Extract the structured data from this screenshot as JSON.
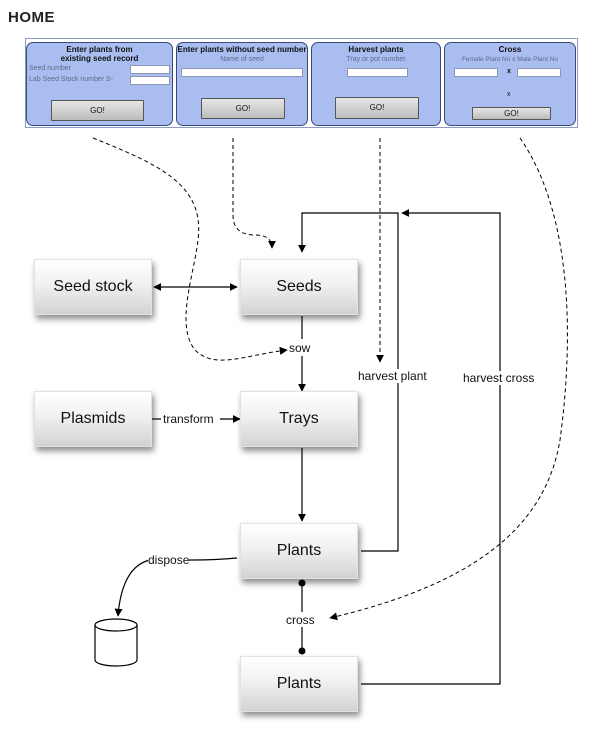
{
  "page": {
    "title": "HOME"
  },
  "cards": {
    "existing": {
      "title_line1": "Enter plants from",
      "title_line2": "existing seed record",
      "seed_label": "Seed number",
      "lab_label": "Lab Seed Stock number S-",
      "seed_value": "",
      "lab_value": "",
      "go_label": "GO!"
    },
    "without": {
      "title": "Enter plants without seed number",
      "name_label": "Name of seed",
      "name_value": "",
      "go_label": "GO!"
    },
    "harvest": {
      "title": "Harvest plants",
      "tray_label": "Tray or pot number",
      "tray_value": "",
      "go_label": "GO!"
    },
    "cross": {
      "title": "Cross",
      "plants_label": "Female Plant No x Male Plant No",
      "female_value": "",
      "male_value": "",
      "x1": "x",
      "x2": "x",
      "go_label": "GO!"
    }
  },
  "diagram": {
    "nodes": {
      "seed_stock": "Seed stock",
      "seeds": "Seeds",
      "plasmids": "Plasmids",
      "trays": "Trays",
      "plants": "Plants",
      "plants2": "Plants"
    },
    "edges": {
      "sow": "sow",
      "transform": "transform",
      "harvest_plant": "harvest plant",
      "harvest_cross": "harvest cross",
      "dispose": "dispose",
      "cross": "cross"
    }
  }
}
